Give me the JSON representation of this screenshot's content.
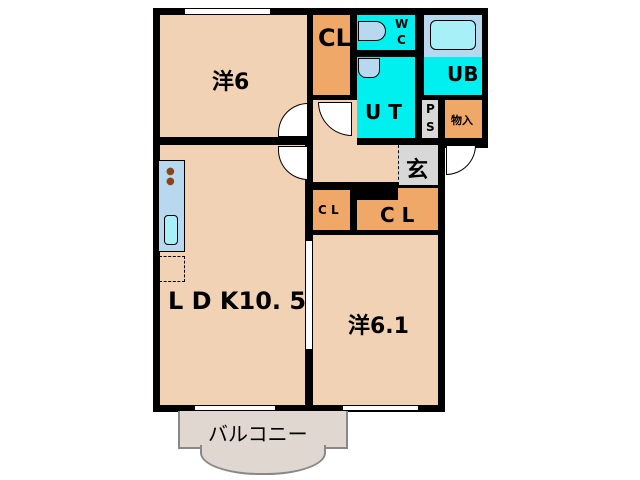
{
  "rooms": {
    "western1": "洋6",
    "closet_top": "CL",
    "wc_w": "W",
    "wc_c": "C",
    "bath": "UB",
    "utility": "U T",
    "ps_p": "P",
    "ps_s": "S",
    "storage": "物入",
    "entrance": "玄",
    "closet_small": "C L",
    "closet_mid": "C L",
    "ldk": "L D K10. 5",
    "western2": "洋6.1",
    "balcony": "バルコニー"
  },
  "colors": {
    "room": "#f2d2b4",
    "closet": "#f0a868",
    "wet": "#00f0f0",
    "grey": "#d8d8d8",
    "balcony": "#e0d8d0"
  }
}
